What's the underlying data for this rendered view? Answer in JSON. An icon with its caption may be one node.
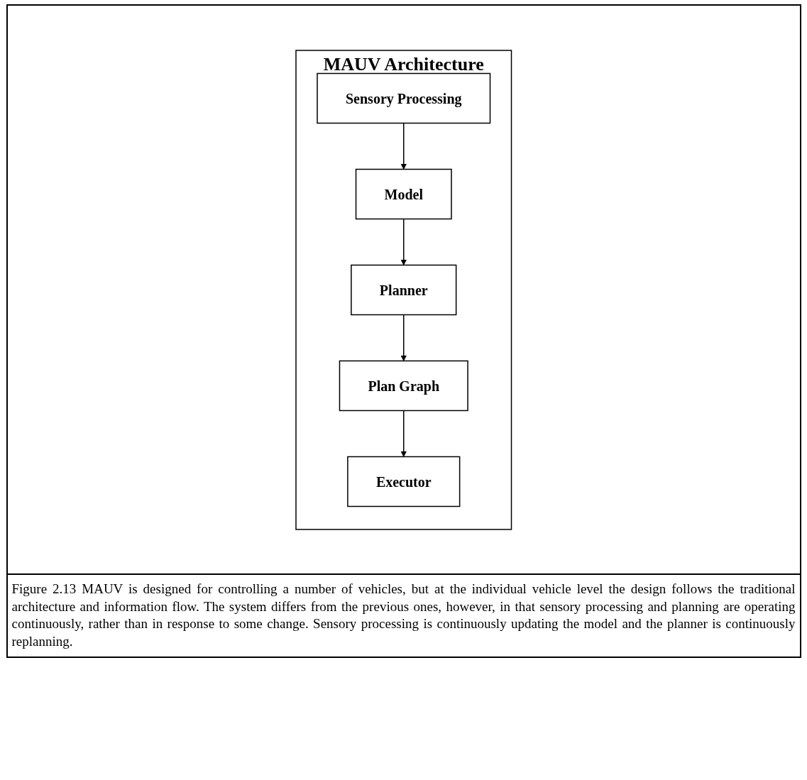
{
  "diagram": {
    "caption": "Figure 2.13 MAUV is designed for controlling a number of vehicles, but at the individual vehicle level the design follows the traditional architecture and information flow. The system differs from the previous ones, however, in that sensory processing and planning are operating continuously, rather than in response to some change. Sensory processing is continuously updating the model and the planner is continuously replanning.",
    "nodes": [
      {
        "text": [
          "MAUV Architecture"
        ]
      },
      {
        "text": [
          "Sensory Processing"
        ],
        "in": 0
      },
      {
        "text": [
          "Model"
        ],
        "in": 0
      },
      {
        "text": [
          "Planner"
        ],
        "in": 0
      },
      {
        "text": [
          "Plan Graph"
        ],
        "in": 0
      },
      {
        "text": [
          "Executor"
        ],
        "in": 0
      }
    ],
    "edges": [
      {
        "from": 1,
        "to": 2,
        "arrow": "to"
      },
      {
        "from": 2,
        "to": 3,
        "arrow": "to"
      },
      {
        "from": 3,
        "to": 4,
        "arrow": "to"
      },
      {
        "from": 4,
        "to": 5,
        "arrow": "to"
      }
    ]
  }
}
